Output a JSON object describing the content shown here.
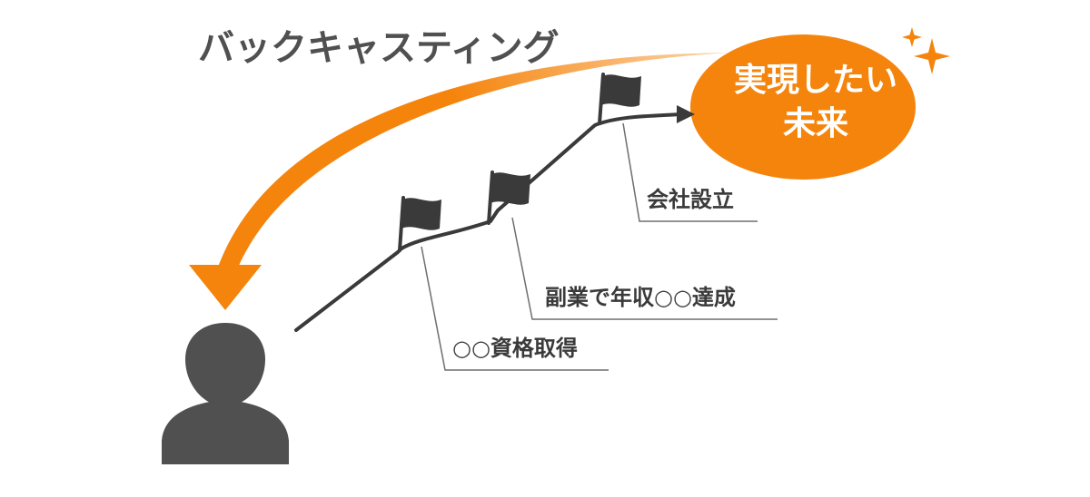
{
  "title": "バックキャスティング",
  "goal": {
    "line1": "実現したい",
    "line2": "未来"
  },
  "milestones": [
    {
      "label": "○○資格取得"
    },
    {
      "label": "副業で年収○○達成"
    },
    {
      "label": "会社設立"
    }
  ],
  "colors": {
    "accent": "#F5840C",
    "path": "#3A3A3A",
    "person": "#505050",
    "title": "#505050",
    "leader": "#6E6E6E"
  },
  "icons": {
    "person": "person-silhouette-icon",
    "flag": "flag-icon",
    "sparkle": "sparkle-icon"
  }
}
